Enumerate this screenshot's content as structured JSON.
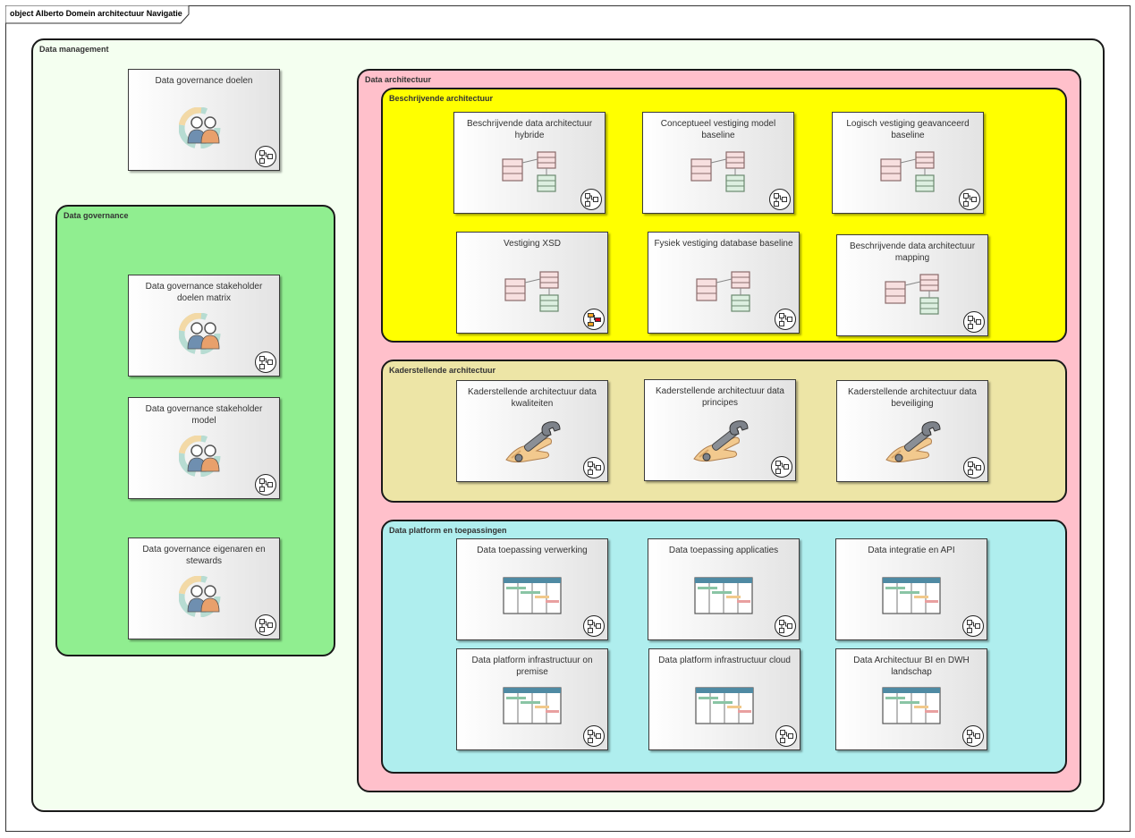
{
  "frame": {
    "title": "object Alberto Domein architectuur Navigatie"
  },
  "boundaries": {
    "data_management": {
      "label": "Data management",
      "color": "#f4fff0"
    },
    "data_governance": {
      "label": "Data governance",
      "color": "#90ee90"
    },
    "data_architectuur": {
      "label": "Data architectuur",
      "color": "#ffc0cb"
    },
    "beschrijvende": {
      "label": "Beschrijvende architectuur",
      "color": "#ffff00"
    },
    "kaderstellende": {
      "label": "Kaderstellende architectuur",
      "color": "#ede5a6"
    },
    "platform": {
      "label": "Data platform en toepassingen",
      "color": "#afeeee"
    }
  },
  "cards": {
    "dg_doelen": {
      "title": "Data governance doelen",
      "icon": "people-icon"
    },
    "dg_matrix": {
      "title": "Data governance stakeholder doelen matrix",
      "icon": "people-icon"
    },
    "dg_model": {
      "title": "Data governance stakeholder model",
      "icon": "people-icon"
    },
    "dg_eigenaren": {
      "title": "Data governance eigenaren en stewards",
      "icon": "people-icon"
    },
    "be_hybride": {
      "title": "Beschrijvende data architectuur hybride",
      "icon": "class-diagram-icon"
    },
    "be_conceptueel": {
      "title": "Conceptueel vestiging model baseline",
      "icon": "class-diagram-icon"
    },
    "be_logisch": {
      "title": "Logisch vestiging geavanceerd baseline",
      "icon": "class-diagram-icon"
    },
    "be_xsd": {
      "title": "Vestiging XSD",
      "icon": "class-diagram-icon"
    },
    "be_fysiek": {
      "title": "Fysiek vestiging database baseline",
      "icon": "class-diagram-icon"
    },
    "be_mapping": {
      "title": "Beschrijvende data architectuur mapping",
      "icon": "class-diagram-icon"
    },
    "ka_kwaliteiten": {
      "title": "Kaderstellende architectuur data kwaliteiten",
      "icon": "wrench-hand-icon"
    },
    "ka_principes": {
      "title": "Kaderstellende architectuur data principes",
      "icon": "wrench-hand-icon"
    },
    "ka_beveiliging": {
      "title": "Kaderstellende architectuur data beveiliging",
      "icon": "wrench-hand-icon"
    },
    "pl_verwerking": {
      "title": "Data toepassing verwerking",
      "icon": "gantt-icon"
    },
    "pl_applicaties": {
      "title": "Data toepassing applicaties",
      "icon": "gantt-icon"
    },
    "pl_api": {
      "title": "Data integratie en API",
      "icon": "gantt-icon"
    },
    "pl_onpremise": {
      "title": "Data platform infrastructuur on premise",
      "icon": "gantt-icon"
    },
    "pl_cloud": {
      "title": "Data platform infrastructuur cloud",
      "icon": "gantt-icon"
    },
    "pl_bi": {
      "title": "Data Architectuur BI en DWH landschap",
      "icon": "gantt-icon"
    }
  }
}
